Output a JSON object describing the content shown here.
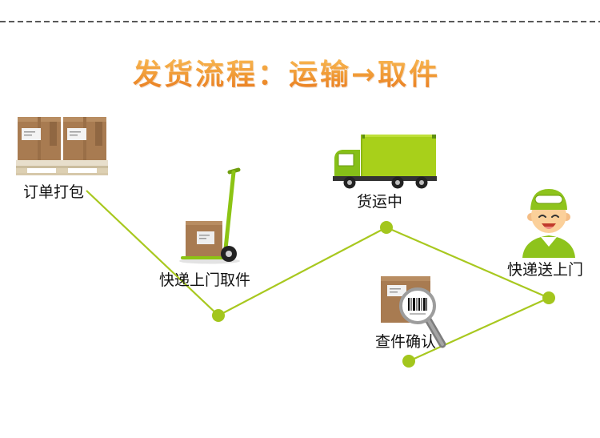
{
  "title": "发货流程：运输→取件",
  "steps": [
    {
      "label": "订单打包",
      "icon": "package-pallet-icon"
    },
    {
      "label": "快递上门取件",
      "icon": "hand-truck-icon"
    },
    {
      "label": "货运中",
      "icon": "delivery-truck-icon"
    },
    {
      "label": "快递送上门",
      "icon": "courier-icon"
    },
    {
      "label": "查件确认",
      "icon": "magnifier-box-icon"
    }
  ],
  "colors": {
    "accent": "#a6c81c",
    "title_top": "#f8b752",
    "title_bottom": "#e8761c",
    "box": "#a87b51"
  }
}
